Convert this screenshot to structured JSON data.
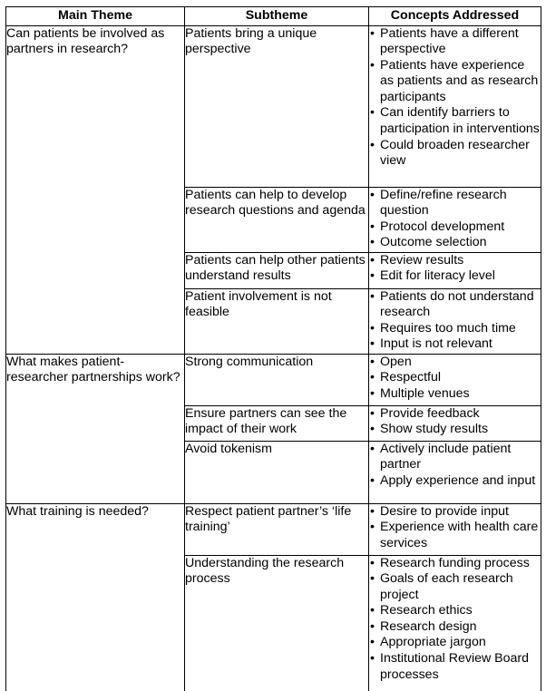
{
  "table": {
    "headers": [
      "Main Theme",
      "Subtheme",
      "Concepts Addressed"
    ],
    "sections": [
      {
        "main_theme": "Can patients be involved as partners in research?",
        "rows": [
          {
            "subtheme": "Patients bring a unique perspective",
            "concepts": [
              "Patients have a different perspective",
              "Patients have experience as patients and as research participants",
              "Can identify barriers to participation in interventions",
              "Could broaden researcher view"
            ]
          },
          {
            "subtheme": "Patients can help to develop research questions and agenda",
            "concepts": [
              "Define/refine research question",
              "Protocol development",
              "Outcome selection"
            ]
          },
          {
            "subtheme": "Patients can help other patients understand results",
            "concepts": [
              "Review results",
              "Edit for literacy level"
            ]
          },
          {
            "subtheme": "Patient involvement is not feasible",
            "concepts": [
              "Patients do not understand research",
              "Requires too much time",
              "Input is not relevant"
            ]
          }
        ]
      },
      {
        "main_theme": "What makes patient-researcher partnerships work?",
        "rows": [
          {
            "subtheme": "Strong communication",
            "concepts": [
              "Open",
              "Respectful",
              "Multiple venues"
            ]
          },
          {
            "subtheme": "Ensure partners can see the impact of their work",
            "concepts": [
              "Provide feedback",
              "Show study results"
            ]
          },
          {
            "subtheme": "Avoid tokenism",
            "concepts": [
              "Actively include patient partner",
              "Apply experience and input"
            ]
          }
        ]
      },
      {
        "main_theme": "What training is needed?",
        "rows": [
          {
            "subtheme": "Respect patient partner’s ‘life training’",
            "concepts": [
              "Desire to provide input",
              "Experience with health care services"
            ]
          },
          {
            "subtheme": "Understanding the research process",
            "concepts": [
              "Research funding process",
              "Goals of each research project",
              "Research ethics",
              "Research design",
              "Appropriate jargon",
              "Institutional Review Board processes"
            ]
          }
        ]
      }
    ],
    "row_heights": {
      "header": 19,
      "s1r1": 177,
      "s1r2": 71,
      "s1r3": 39,
      "s1r4": 71,
      "s2r1": 56,
      "s2r2": 38,
      "s2r3": 68,
      "s3r1": 56,
      "s3r2": 150
    },
    "colors": {
      "border": "#000000",
      "text": "#000000",
      "background": "#ffffff"
    }
  }
}
